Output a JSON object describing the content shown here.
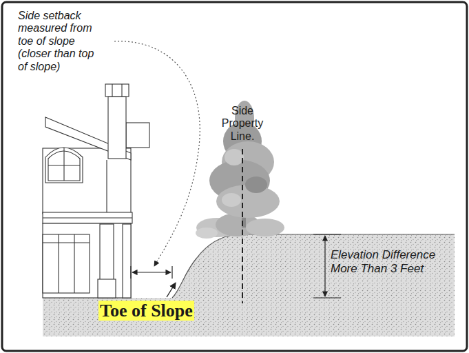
{
  "diagram": {
    "labels": [
      "Side setback measured from toe of slope (closer than top of slope)",
      "Side Property Line.",
      "Elevation Difference More Than 3 Feet",
      "Toe of Slope"
    ]
  }
}
